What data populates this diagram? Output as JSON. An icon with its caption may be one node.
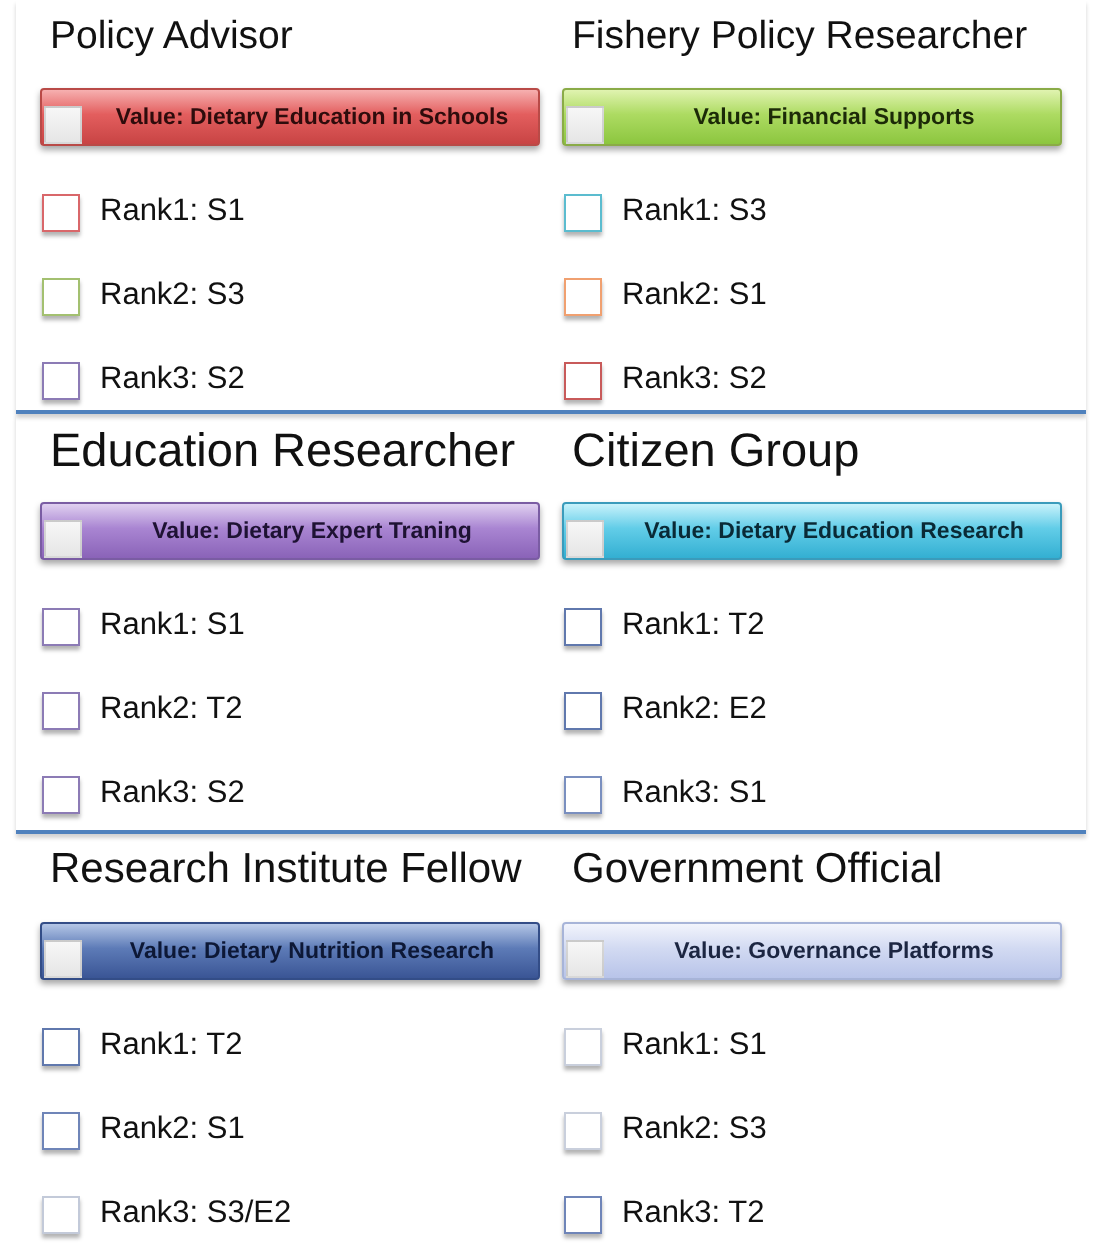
{
  "diagram": {
    "nodes": [
      {
        "text": [
          "Value: Dietary Education in Schools"
        ]
      },
      {
        "text": [
          "Value: Financial Supports"
        ]
      },
      {
        "text": [
          "Value: Dietary Expert Traning"
        ]
      },
      {
        "text": [
          "Value: Dietary Education Research"
        ]
      },
      {
        "text": [
          "Value: Dietary Nutrition Research"
        ]
      },
      {
        "text": [
          "Value: Governance Platforms"
        ]
      }
    ],
    "labels": [
      "Policy Advisor",
      "Rank1: S1",
      "Rank2: S3",
      "Rank3: S2",
      "Fishery Policy Researcher",
      "Rank1: S3",
      "Rank2: S1",
      "Rank3: S2",
      "Education Researcher",
      "Rank1: S1",
      "Rank2: T2",
      "Rank3: S2",
      "Citizen Group",
      "Rank1: T2",
      "Rank2: E2",
      "Rank3: S1",
      "Research Institute Fellow",
      "Rank1: T2",
      "Rank2: S1",
      "Rank3: S3/E2",
      "Government Official",
      "Rank1: S1",
      "Rank2: S3",
      "Rank3: T2"
    ]
  }
}
